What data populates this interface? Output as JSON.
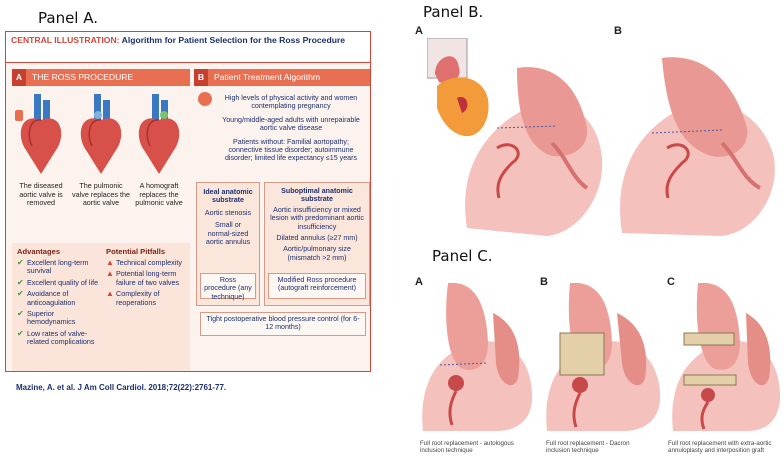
{
  "labels": {
    "panel_a": "Panel A.",
    "panel_b": "Panel B.",
    "panel_c": "Panel C.",
    "b_a": "A",
    "b_b": "B",
    "c_a": "A",
    "c_b": "B",
    "c_c": "C"
  },
  "card": {
    "title_prefix": "CENTRAL ILLUSTRATION:",
    "title_rest": "Algorithm for Patient Selection for the Ross Procedure",
    "section_a_badge": "A",
    "section_a_title": "THE ROSS PROCEDURE",
    "section_b_badge": "B",
    "section_b_title": "Patient Treatment Algorithm",
    "hearts": [
      {
        "caption": "The diseased aortic valve is removed"
      },
      {
        "caption": "The pulmonic valve replaces the aortic valve"
      },
      {
        "caption": "A homograft replaces the pulmonic valve"
      }
    ],
    "advantages_title": "Advantages",
    "advantages": [
      "Excellent long-term survival",
      "Excellent quality of life",
      "Avoidance of anticoagulation",
      "Superior hemodynamics",
      "Low rates of valve-related complications"
    ],
    "pitfalls_title": "Potential Pitfalls",
    "pitfalls": [
      "Technical complexity",
      "Potential long-term failure of two valves",
      "Complexity of reoperations"
    ],
    "algorithm": {
      "box1_a": "High levels of physical activity and women contemplating pregnancy",
      "box1_b": "Young/middle-aged adults with unrepairable aortic valve disease",
      "box1_c": "Patients without: Familial aortopathy; connective tissue disorder; autoimmune disorder; limited life expectancy ≤15 years",
      "ideal_title": "Ideal anatomic substrate",
      "ideal_1": "Aortic stenosis",
      "ideal_2": "Small or normal-sized aortic annulus",
      "subopt_title": "Suboptimal anatomic substrate",
      "subopt_1": "Aortic insufficiency or mixed lesion with predominant aortic insufficiency",
      "subopt_2": "Dilated annulus (≥27 mm)",
      "subopt_3": "Aortic/pulmonary size (mismatch >2 mm)",
      "ross": "Ross procedure (any technique)",
      "modified": "Modified Ross procedure (autograft reinforcement)",
      "bp": "Tight postoperative blood pressure control (for 6-12 months)"
    },
    "citation": "Mazine, A. et al. J Am Coll Cardiol. 2018;72(22):2761-77."
  },
  "captions_c": [
    "Full root replacement - autologous inclusion technique",
    "Full root replacement - Dacron inclusion technique",
    "Full root replacement with extra-aortic annuloplasty and interposition graft"
  ]
}
